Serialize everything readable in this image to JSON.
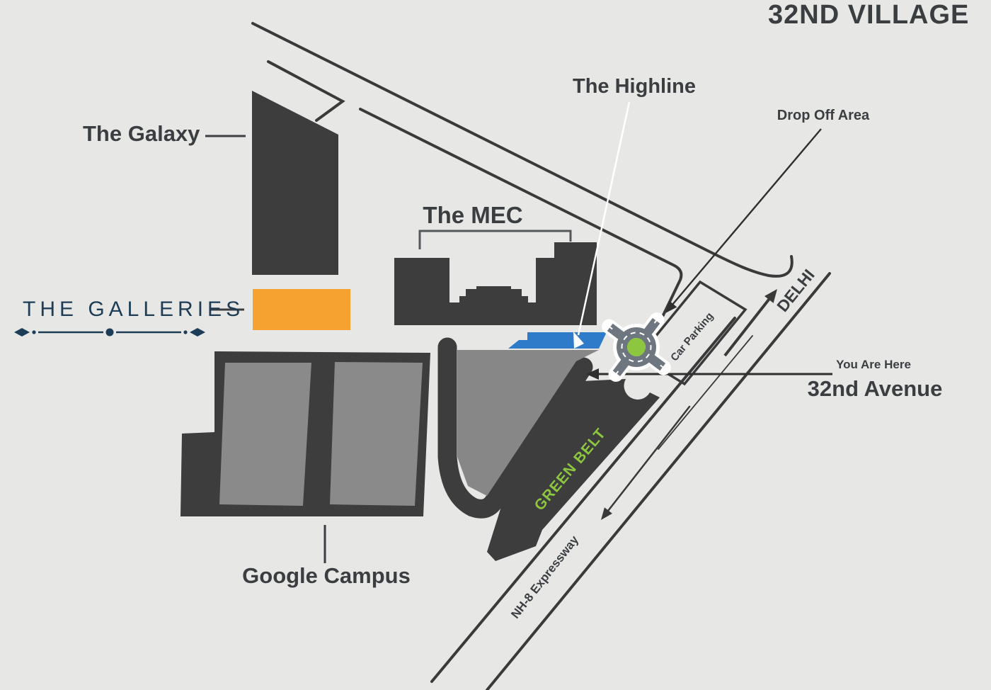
{
  "title": "32ND VILLAGE",
  "colors": {
    "background": "#e7e7e6",
    "building_dark": "#3d3d3d",
    "building_gray": "#8a8a8a",
    "galleries_orange": "#f6a230",
    "highline_blue": "#2e7cc9",
    "green_accent": "#8dc63f",
    "galleries_navy": "#1d3d57",
    "road_line": "#3a3a3a",
    "roundabout_gray": "#6e7680"
  },
  "buildings": {
    "galaxy": {
      "label": "The Galaxy"
    },
    "galleries": {
      "label": "THE GALLERIES"
    },
    "mec": {
      "label": "The MEC"
    },
    "highline": {
      "label": "The Highline"
    },
    "google_campus": {
      "label": "Google Campus"
    }
  },
  "map_labels": {
    "drop_off": "Drop Off Area",
    "delhi": "DELHI",
    "car_parking": "Car Parking",
    "you_are_here": "You Are Here",
    "avenue": "32nd Avenue",
    "green_belt": "GREEN BELT",
    "nh8": "NH-8 Expressway"
  }
}
